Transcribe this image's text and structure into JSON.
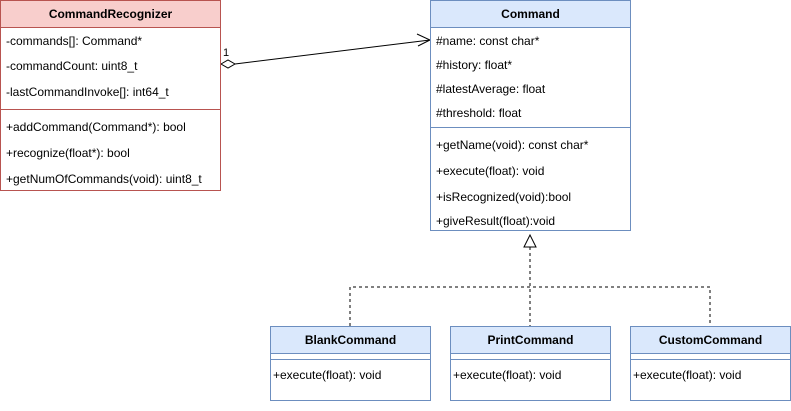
{
  "command_recognizer": {
    "name": "CommandRecognizer",
    "attributes": [
      "-commands[]: Command*",
      "-commandCount: uint8_t",
      "-lastCommandInvoke[]: int64_t"
    ],
    "operations": [
      "+addCommand(Command*): bool",
      "+recognize(float*): bool",
      "+getNumOfCommands(void): uint8_t"
    ]
  },
  "command": {
    "name": "Command",
    "attributes": [
      "#name: const char*",
      "#history: float*",
      "#latestAverage: float",
      "#threshold: float"
    ],
    "operations": [
      "+getName(void): const char*",
      "+execute(float): void",
      "+isRecognized(void):bool",
      "+giveResult(float):void"
    ]
  },
  "blank_command": {
    "name": "BlankCommand",
    "operations": [
      "+execute(float): void"
    ]
  },
  "print_command": {
    "name": "PrintCommand",
    "operations": [
      "+execute(float): void"
    ]
  },
  "custom_command": {
    "name": "CustomCommand",
    "operations": [
      "+execute(float): void"
    ]
  },
  "association": {
    "multiplicity": "1"
  },
  "colors": {
    "recognizer_fill": "#f8cecc",
    "recognizer_stroke": "#b85450",
    "class_fill": "#dae8fc",
    "class_stroke": "#6c8ebf"
  }
}
